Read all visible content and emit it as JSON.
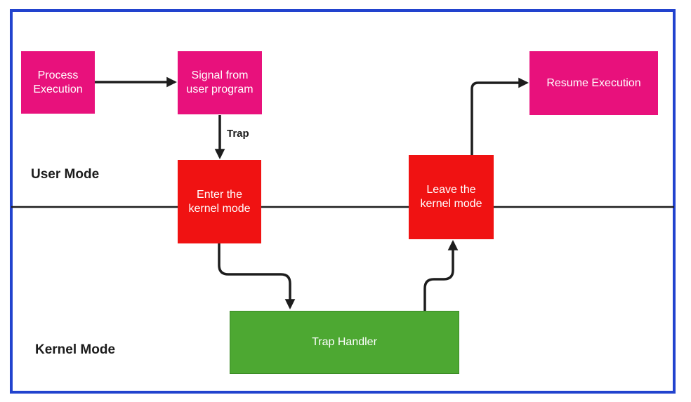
{
  "canvas": {
    "background": "#ffffff",
    "border_color": "#2243ce",
    "divider_color": "#1d1d1d",
    "arrow_color": "#1d1d1d"
  },
  "labels": {
    "user_mode": "User Mode",
    "kernel_mode": "Kernel Mode",
    "trap": "Trap"
  },
  "nodes": {
    "process_execution": {
      "label": "Process Execution",
      "color": "#e8117c",
      "text_color": "#ffffff"
    },
    "signal_from_user_program": {
      "label": "Signal from user program",
      "color": "#e8117c",
      "text_color": "#ffffff"
    },
    "resume_execution": {
      "label": "Resume Execution",
      "color": "#e8117c",
      "text_color": "#ffffff"
    },
    "enter_kernel_mode": {
      "label": "Enter the kernel mode",
      "color": "#f01212",
      "text_color": "#ffffff"
    },
    "leave_kernel_mode": {
      "label": "Leave the kernel mode",
      "color": "#f01212",
      "text_color": "#ffffff"
    },
    "trap_handler": {
      "label": "Trap Handler",
      "color": "#4da832",
      "text_color": "#ffffff"
    }
  },
  "edges": [
    {
      "from": "process_execution",
      "to": "signal_from_user_program"
    },
    {
      "from": "signal_from_user_program",
      "to": "enter_kernel_mode",
      "label": "Trap"
    },
    {
      "from": "enter_kernel_mode",
      "to": "trap_handler"
    },
    {
      "from": "trap_handler",
      "to": "leave_kernel_mode"
    },
    {
      "from": "leave_kernel_mode",
      "to": "resume_execution"
    }
  ]
}
